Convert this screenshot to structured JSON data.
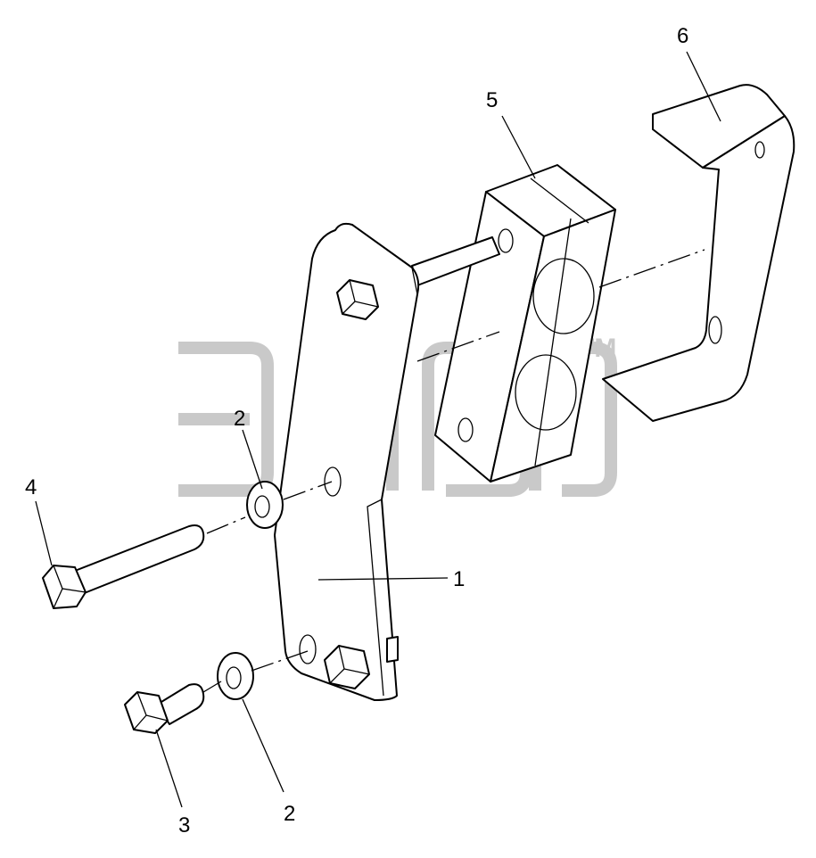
{
  "watermark": {
    "trademark": "TM"
  },
  "callouts": [
    {
      "id": "c1",
      "label": "1"
    },
    {
      "id": "c2a",
      "label": "2"
    },
    {
      "id": "c2b",
      "label": "2"
    },
    {
      "id": "c3",
      "label": "3"
    },
    {
      "id": "c4",
      "label": "4"
    },
    {
      "id": "c5",
      "label": "5"
    },
    {
      "id": "c6",
      "label": "6"
    }
  ],
  "colors": {
    "line": "#000000",
    "watermark": "#c9c9c9",
    "background": "#ffffff"
  }
}
